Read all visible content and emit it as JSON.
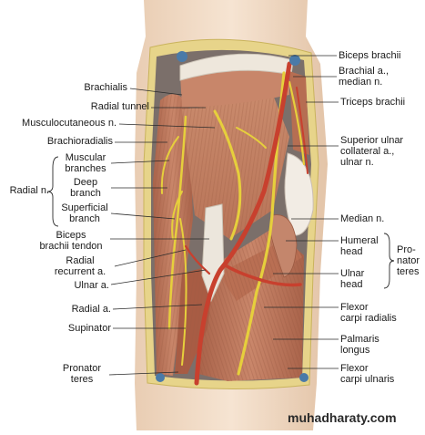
{
  "labels_left": {
    "brachialis": "Brachialis",
    "radial_tunnel": "Radial tunnel",
    "musculocutaneous": "Musculocutaneous n.",
    "brachioradialis": "Brachioradialis",
    "muscular_branches": "Muscular\nbranches",
    "radial_n": "Radial n.",
    "deep_branch": "Deep\nbranch",
    "superficial_branch": "Superficial\nbranch",
    "biceps_tendon": "Biceps\nbrachii tendon",
    "radial_recurrent": "Radial\nrecurrent a.",
    "ulnar_a": "Ulnar a.",
    "radial_a": "Radial a.",
    "supinator": "Supinator",
    "pronator_teres_low": "Pronator\nteres"
  },
  "labels_right": {
    "biceps_brachii": "Biceps brachii",
    "brachial_a": "Brachial a.,\nmedian n.",
    "triceps_brachii": "Triceps brachii",
    "sup_ulnar": "Superior ulnar\ncollateral a.,\nulnar n.",
    "median_n": "Median n.",
    "humeral_head": "Humeral\nhead",
    "pronator_teres": "Pro-\nnator\nteres",
    "ulnar_head": "Ulnar\nhead",
    "flexor_carpi_radialis": "Flexor\ncarpi radialis",
    "palmaris_longus": "Palmaris\nlongus",
    "flexor_carpi_ulnaris": "Flexor\ncarpi ulnaris"
  },
  "watermark": "muhadharaty.com",
  "colors": {
    "skin": "#f1dcc6",
    "fat": "#e9d98e",
    "muscle": "#c07c5e",
    "muscle_dark": "#9a5a42",
    "nerve": "#e8d24a",
    "artery": "#c8402e",
    "tendon": "#eeeae2",
    "deep": "#6a6e78"
  }
}
